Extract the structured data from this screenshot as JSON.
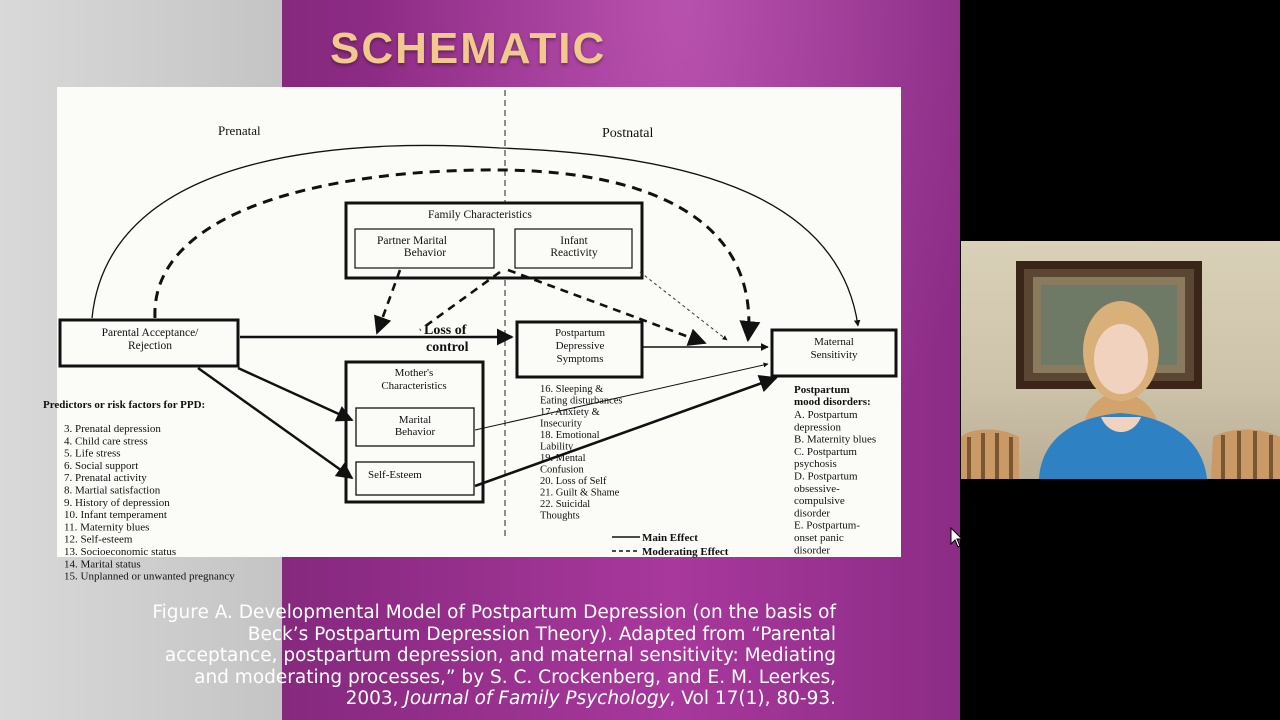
{
  "slide": {
    "title": "SCHEMATIC",
    "colors": {
      "background": "#9a3292",
      "title": "#f2c98c",
      "left_band": "#d0d0d0"
    }
  },
  "diagram": {
    "prenatal_label": "Prenatal",
    "postnatal_label": "Postnatal",
    "family_characteristics": "Family Characteristics",
    "partner_marital_behavior": [
      "Partner Marital",
      "Behavior"
    ],
    "infant_reactivity": [
      "Infant",
      "Reactivity"
    ],
    "parental_acceptance": [
      "Parental Acceptance/",
      "Rejection"
    ],
    "loss_of_control": [
      "Loss of",
      "control"
    ],
    "postpartum_depressive_symptoms": [
      "Postpartum",
      "Depressive",
      "Symptoms"
    ],
    "maternal_sensitivity": [
      "Maternal",
      "Sensitivity"
    ],
    "mothers_characteristics": [
      "Mother's",
      "Characteristics"
    ],
    "marital_behavior": [
      "Marital",
      "Behavior"
    ],
    "self_esteem": "Self-Esteem",
    "risk_factors_heading": "Predictors or risk factors for PPD:",
    "risk_factors": [
      "3.   Prenatal depression",
      "4.   Child care stress",
      "5.   Life stress",
      "6.   Social support",
      "7.   Prenatal activity",
      "8.   Martial satisfaction",
      "9.   History of depression",
      "10. Infant temperament",
      "11. Maternity blues",
      "12. Self-esteem",
      "13. Socioeconomic status",
      "14. Marital status",
      "15. Unplanned or unwanted pregnancy"
    ],
    "symptoms": [
      "16. Sleeping &",
      "Eating disturbances",
      "17. Anxiety &",
      "Insecurity",
      "18. Emotional",
      "Lability",
      "19. Mental",
      "Confusion",
      "20. Loss of Self",
      "21. Guilt & Shame",
      "22. Suicidal",
      "Thoughts"
    ],
    "mood_disorders_heading": [
      "Postpartum",
      "mood disorders:"
    ],
    "mood_disorders": [
      "A. Postpartum",
      "depression",
      "B. Maternity blues",
      "C. Postpartum",
      "psychosis",
      "D. Postpartum",
      "obsessive-",
      "compulsive",
      "disorder",
      "E. Postpartum-",
      "onset panic",
      "disorder"
    ],
    "legend_main": "Main Effect",
    "legend_moderating": "Moderating Effect"
  },
  "caption": {
    "line1": "Figure A. Developmental Model of Postpartum Depression (on the basis of",
    "line2": "Beck’s Postpartum Depression Theory). Adapted from “Parental",
    "line3": "acceptance, postpartum depression, and maternal sensitivity: Mediating",
    "line4": "and moderating processes,” by S. C. Crockenberg, and E. M. Leerkes,",
    "line5_prefix": "2003, ",
    "line5_journal": "Journal of Family Psychology",
    "line5_suffix": ", Vol 17(1), 80-93."
  },
  "webcam": {
    "icon": "presenter-video"
  },
  "cursor": {
    "icon": "mouse-pointer-icon"
  }
}
